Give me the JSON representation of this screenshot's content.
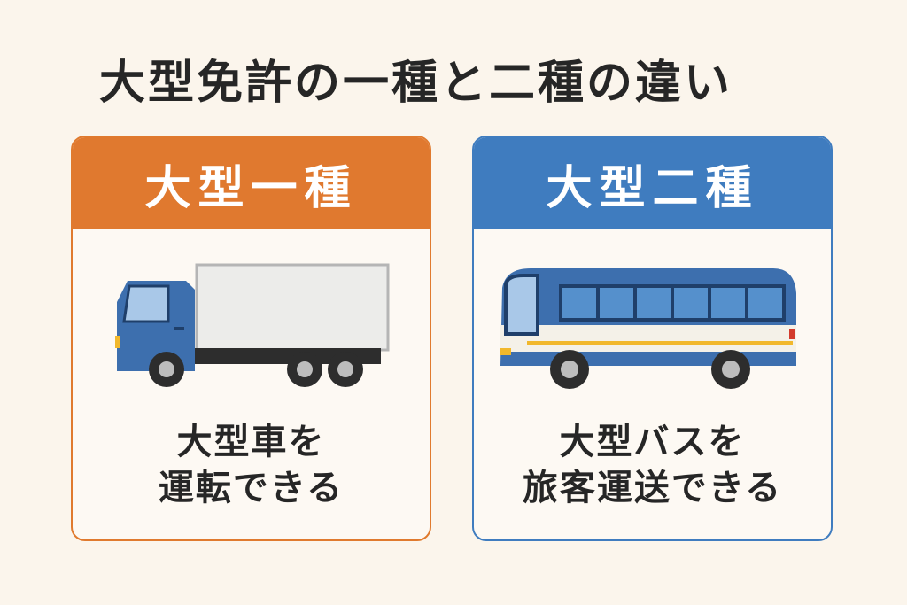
{
  "title": "大型免許の一種と二種の違い",
  "cards": [
    {
      "header": "大型一種",
      "vehicle_icon": "truck-icon",
      "lines": [
        "大型車を",
        "運転できる"
      ]
    },
    {
      "header": "大型二種",
      "vehicle_icon": "bus-icon",
      "lines": [
        "大型バスを",
        "旅客運送できる"
      ]
    }
  ],
  "colors": {
    "background": "#fbf5ec",
    "orange": "#e0792f",
    "blue": "#3f7cbf",
    "text": "#262626"
  }
}
